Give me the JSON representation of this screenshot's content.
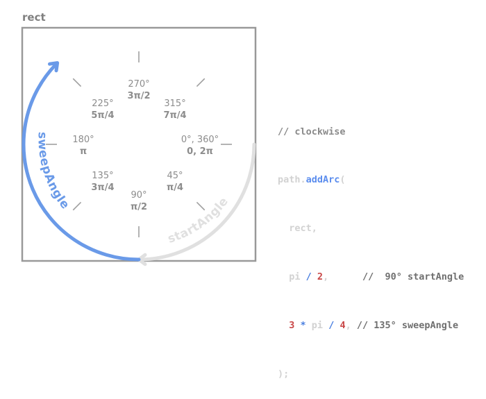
{
  "rect_label": "rect",
  "angles": [
    {
      "deg": "270°",
      "rad": "3π/2",
      "dir": 270
    },
    {
      "deg": "315°",
      "rad": "7π/4",
      "dir": 315
    },
    {
      "deg": "0°, 360°",
      "rad": "0, 2π",
      "dir": 0
    },
    {
      "deg": "45°",
      "rad": "π/4",
      "dir": 45
    },
    {
      "deg": "90°",
      "rad": "π/2",
      "dir": 90
    },
    {
      "deg": "135°",
      "rad": "3π/4",
      "dir": 135
    },
    {
      "deg": "180°",
      "rad": "π",
      "dir": 180
    },
    {
      "deg": "225°",
      "rad": "5π/4",
      "dir": 225
    }
  ],
  "arcs": {
    "start_label": "startAngle",
    "sweep_label": "sweepAngle",
    "start_color": "#e0e0e0",
    "sweep_color": "#6a9ae8",
    "start_angle_deg": 90,
    "sweep_angle_deg": 135
  },
  "code": {
    "line1": "// clockwise",
    "line2_obj": "path.",
    "line2_fn": "addArc",
    "line2_paren": "(",
    "line3": "  rect,",
    "line4_indent": "  ",
    "line4_pi": "pi",
    "line4_op": " / ",
    "line4_num": "2",
    "line4_sep": ",      ",
    "line4_comment": "//  90° startAngle",
    "line5_indent": "  ",
    "line5_num1": "3",
    "line5_op1": " * ",
    "line5_pi": "pi",
    "line5_op2": " / ",
    "line5_num2": "4",
    "line5_sep": ", ",
    "line5_comment": "// 135° sweepAngle",
    "line6": ");"
  }
}
